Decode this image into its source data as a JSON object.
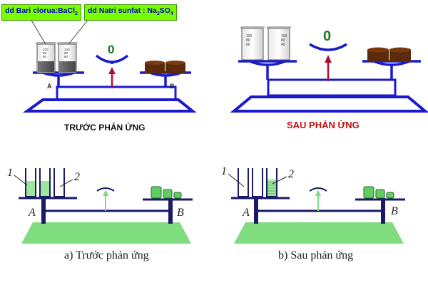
{
  "top_left": {
    "tag_a": {
      "text": "dd Bari clorua:BaCl",
      "sub": "2"
    },
    "tag_b": {
      "text": "dd Natri sunfat : Na",
      "sub1": "2",
      "mid": "SO",
      "sub2": "4"
    },
    "reading": "0",
    "pan_a": "A",
    "pan_b": "B",
    "caption": "TRƯỚC PHẢN ỨNG"
  },
  "top_right": {
    "reading": "0",
    "caption": "SAU PHẢN ỨNG"
  },
  "beaker_marks": [
    "100",
    "80",
    "60",
    "40"
  ],
  "bottom_left": {
    "label_1": "1",
    "label_2": "2",
    "label_a": "A",
    "label_b": "B",
    "caption": "a) Trước phản ứng"
  },
  "bottom_right": {
    "label_1": "1",
    "label_2": "2",
    "label_a": "A",
    "label_b": "B",
    "caption": "b) Sau phản ứng"
  },
  "colors": {
    "frame_blue": "#1a1acc",
    "needle_red": "#b01030",
    "weight_brown": "#5a2a0a",
    "green_base": "#7fdc7f",
    "tag_green": "#7CFC00",
    "reading_green": "#1e7a1e",
    "caption_red": "#c01010"
  }
}
